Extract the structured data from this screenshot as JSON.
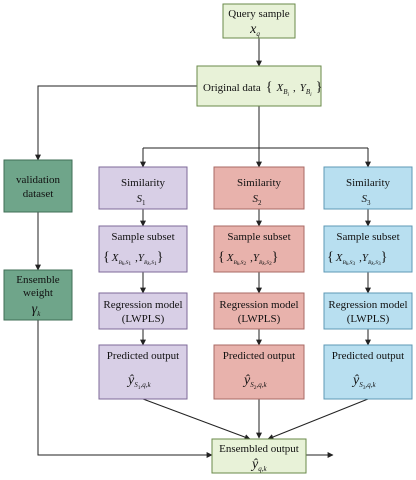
{
  "colors": {
    "green_fill": "#e8f2d8",
    "green_stroke": "#6a8a4a",
    "teal_fill": "#6fa58a",
    "teal_stroke": "#3f6e56",
    "purple_fill": "#d8cfe6",
    "purple_stroke": "#7e6a98",
    "red_fill": "#e8b2ac",
    "red_stroke": "#a86a64",
    "blue_fill": "#b8dff0",
    "blue_stroke": "#5e98b6",
    "line": "#222222"
  },
  "query": {
    "label": "Query sample",
    "var": "x",
    "sub": "q"
  },
  "original": {
    "label": "Original data",
    "X": "X",
    "Y": "Y",
    "sub_B": "B",
    "sub_i": "i"
  },
  "validation": {
    "line1": "validation",
    "line2": "dataset"
  },
  "ensemble_weight": {
    "line1": "Ensemble",
    "line2": "weight",
    "var": "γ",
    "sub": "k"
  },
  "columns": [
    {
      "sim_label": "Similarity",
      "sim_var": "S",
      "sim_sub": "1",
      "subset_label": "Sample subset",
      "subset_B": "B",
      "subset_k": "k",
      "subset_S": "S",
      "subset_n": "1",
      "reg_line1": "Regression model",
      "reg_line2": "(LWPLS)",
      "pred_label": "Predicted output",
      "pred_sub": "S",
      "pred_n": "1",
      "pred_tail": ",q,k"
    },
    {
      "sim_label": "Similarity",
      "sim_var": "S",
      "sim_sub": "2",
      "subset_label": "Sample subset",
      "subset_B": "B",
      "subset_k": "k",
      "subset_S": "S",
      "subset_n": "2",
      "reg_line1": "Regression model",
      "reg_line2": "(LWPLS)",
      "pred_label": "Predicted output",
      "pred_sub": "S",
      "pred_n": "2",
      "pred_tail": ",q,k"
    },
    {
      "sim_label": "Similarity",
      "sim_var": "S",
      "sim_sub": "3",
      "subset_label": "Sample subset",
      "subset_B": "B",
      "subset_k": "k",
      "subset_S": "S",
      "subset_n": "3",
      "reg_line1": "Regression model",
      "reg_line2": "(LWPLS)",
      "pred_label": "Predicted output",
      "pred_sub": "S",
      "pred_n": "3",
      "pred_tail": ",q,k"
    }
  ],
  "ensembled": {
    "label": "Ensembled output",
    "var": "ŷ",
    "sub": "q,k"
  }
}
